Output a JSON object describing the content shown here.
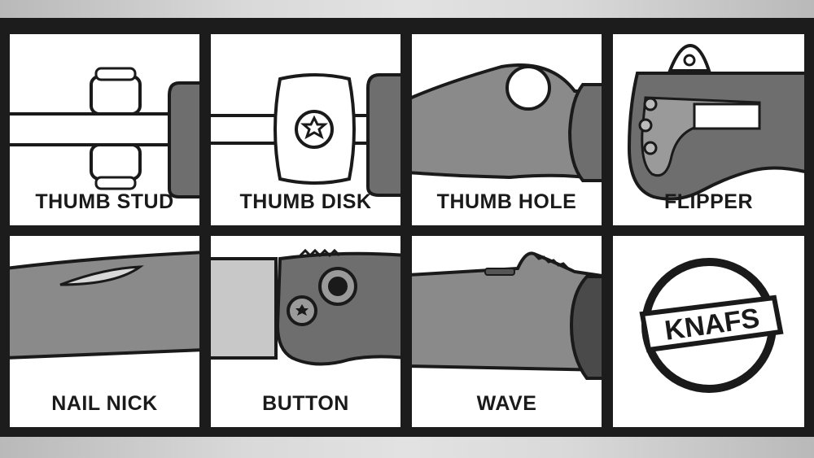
{
  "panels": [
    {
      "label": "THUMB STUD"
    },
    {
      "label": "THUMB DISK"
    },
    {
      "label": "THUMB HOLE"
    },
    {
      "label": "FLIPPER"
    },
    {
      "label": "NAIL NICK"
    },
    {
      "label": "BUTTON"
    },
    {
      "label": "WAVE"
    },
    {
      "logo_text": "KNAFS"
    }
  ],
  "colors": {
    "frame": "#1c1c1c",
    "panel": "#ffffff",
    "blade": "#8a8a8a",
    "handle": "#6e6e6e",
    "ink": "#1a1a1a"
  }
}
